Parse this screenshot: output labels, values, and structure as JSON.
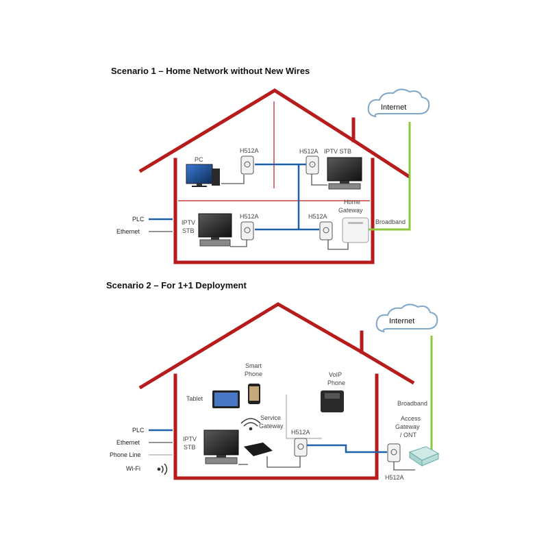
{
  "colors": {
    "house": "#b71c1c",
    "plc": "#1f5fa8",
    "ethernet": "#555555",
    "phone_line": "#aaaaaa",
    "broadband": "#8cc63f",
    "cloud_stroke": "#7fa7c9"
  },
  "scenario1": {
    "title": "Scenario 1 – Home Network without New Wires",
    "internet": "Internet",
    "pc": "PC",
    "h512a_top_left": "H512A",
    "h512a_top_right": "H512A",
    "iptv_stb_top": "IPTV STB",
    "home_gateway_line1": "Home",
    "home_gateway_line2": "Gateway",
    "broadband": "Broadband",
    "iptv_line1": "IPTV",
    "iptv_line2": "STB",
    "h512a_bottom_left": "H512A",
    "h512a_bottom_right": "H512A",
    "legend_plc": "PLC",
    "legend_ethernet": "Ethernet"
  },
  "scenario2": {
    "title": "Scenario 2 – For 1+1 Deployment",
    "internet": "Internet",
    "smart_phone_line1": "Smart",
    "smart_phone_line2": "Phone",
    "tablet": "Tablet",
    "voip_line1": "VoIP",
    "voip_line2": "Phone",
    "service_gw_line1": "Service",
    "service_gw_line2": "Gateway",
    "h512a_mid": "H512A",
    "broadband": "Broadband",
    "access_gw_line1": "Access",
    "access_gw_line2": "Gateway",
    "access_gw_line3": "/ ONT",
    "h512a_bottom": "H512A",
    "iptv_line1": "IPTV",
    "iptv_line2": "STB",
    "legend_plc": "PLC",
    "legend_ethernet": "Ethernet",
    "legend_phone_line": "Phone Line",
    "legend_wifi": "Wi-Fi"
  }
}
